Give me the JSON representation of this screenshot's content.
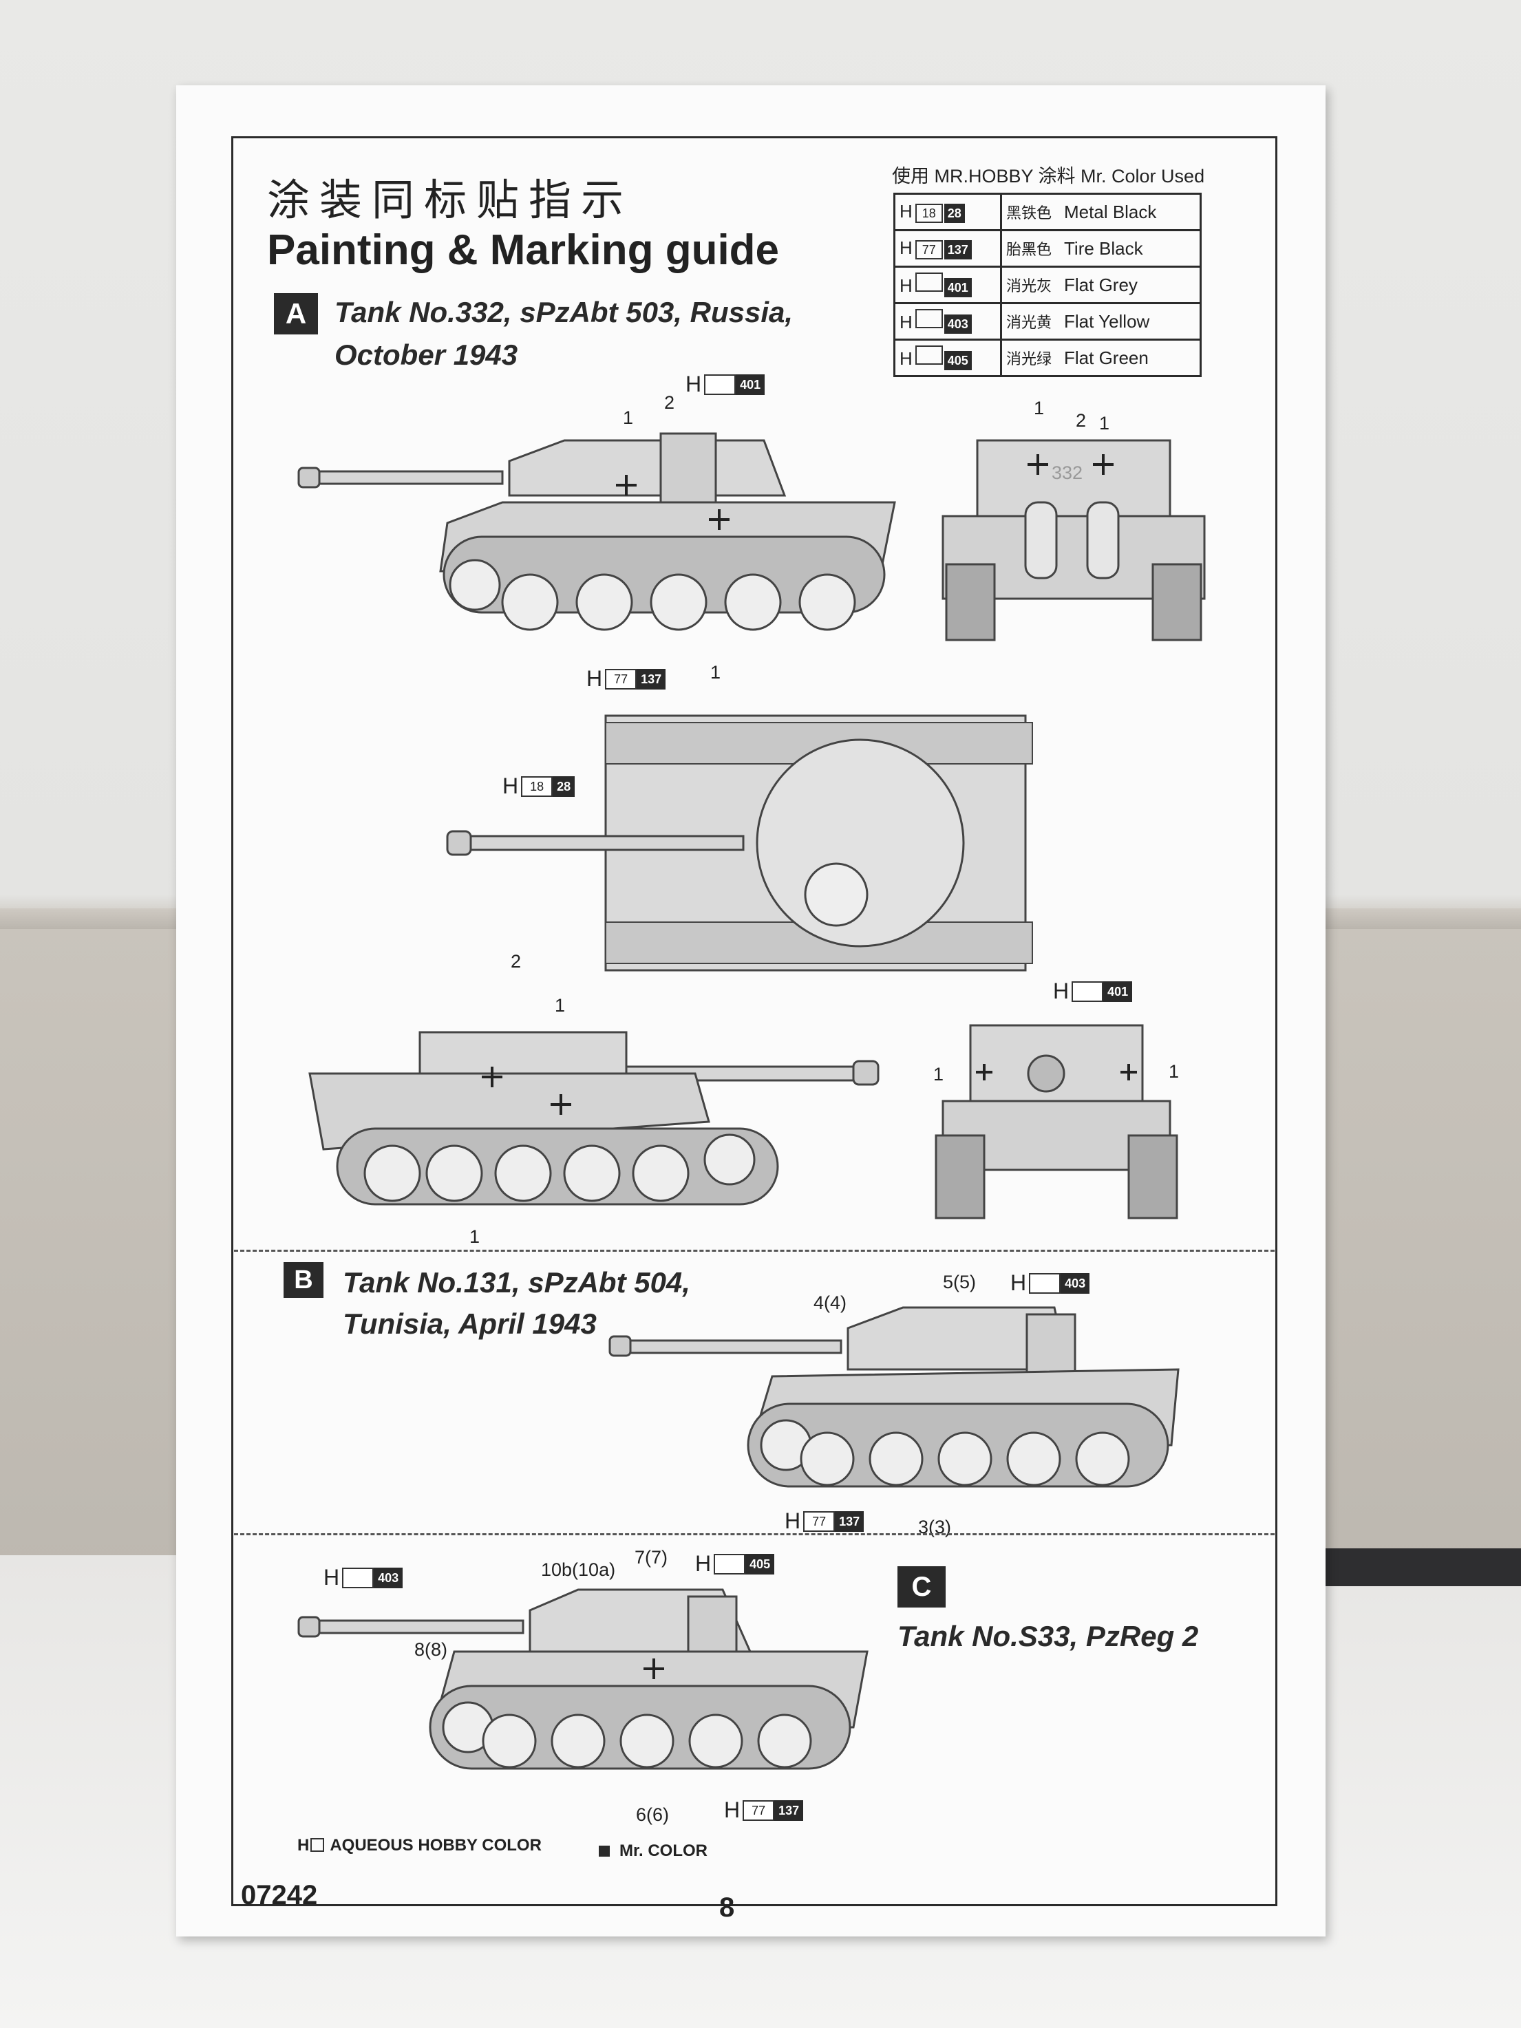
{
  "title_cn": "涂装同标贴指示",
  "title_en": "Painting & Marking guide",
  "paint_header": "使用 MR.HOBBY 涂料   Mr. Color Used",
  "paints": [
    {
      "h": "18",
      "m": "28",
      "cn": "黑铁色",
      "en": "Metal  Black"
    },
    {
      "h": "77",
      "m": "137",
      "cn": "胎黑色",
      "en": "Tire Black"
    },
    {
      "h": "",
      "m": "401",
      "cn": "消光灰",
      "en": "Flat Grey"
    },
    {
      "h": "",
      "m": "403",
      "cn": "消光黄",
      "en": "Flat Yellow"
    },
    {
      "h": "",
      "m": "405",
      "cn": "消光绿",
      "en": "Flat Green"
    }
  ],
  "schemes": [
    {
      "letter": "A",
      "line1": "Tank No.332, sPzAbt 503, Russia,",
      "line2": "October 1943"
    },
    {
      "letter": "B",
      "line1": "Tank No.131, sPzAbt 504,",
      "line2": "Tunisia, April 1943"
    },
    {
      "letter": "C",
      "line1": "Tank No.S33, PzReg 2",
      "line2": ""
    }
  ],
  "chips": {
    "a_turret": {
      "h": "",
      "m": "401"
    },
    "a_tracks": {
      "h": "77",
      "m": "137"
    },
    "a_top": {
      "h": "18",
      "m": "28"
    },
    "a_front": {
      "h": "",
      "m": "401"
    },
    "b_turret": {
      "h": "",
      "m": "403"
    },
    "b_tracks": {
      "h": "77",
      "m": "137"
    },
    "c_hull": {
      "h": "",
      "m": "403"
    },
    "c_turret": {
      "h": "",
      "m": "405"
    },
    "c_tracks": {
      "h": "77",
      "m": "137"
    }
  },
  "callouts": {
    "n1": "1",
    "n2": "2",
    "n332": "332",
    "b_4": "4(4)",
    "b_5": "5(5)",
    "b_3": "3(3)",
    "c_10": "10b(10a)",
    "c_7": "7(7)",
    "c_8": "8(8)",
    "c_6": "6(6)"
  },
  "legend": {
    "aqueous": "AQUEOUS HOBBY COLOR",
    "mr": "Mr. COLOR"
  },
  "catalog_code": "07242",
  "page_number": "8"
}
